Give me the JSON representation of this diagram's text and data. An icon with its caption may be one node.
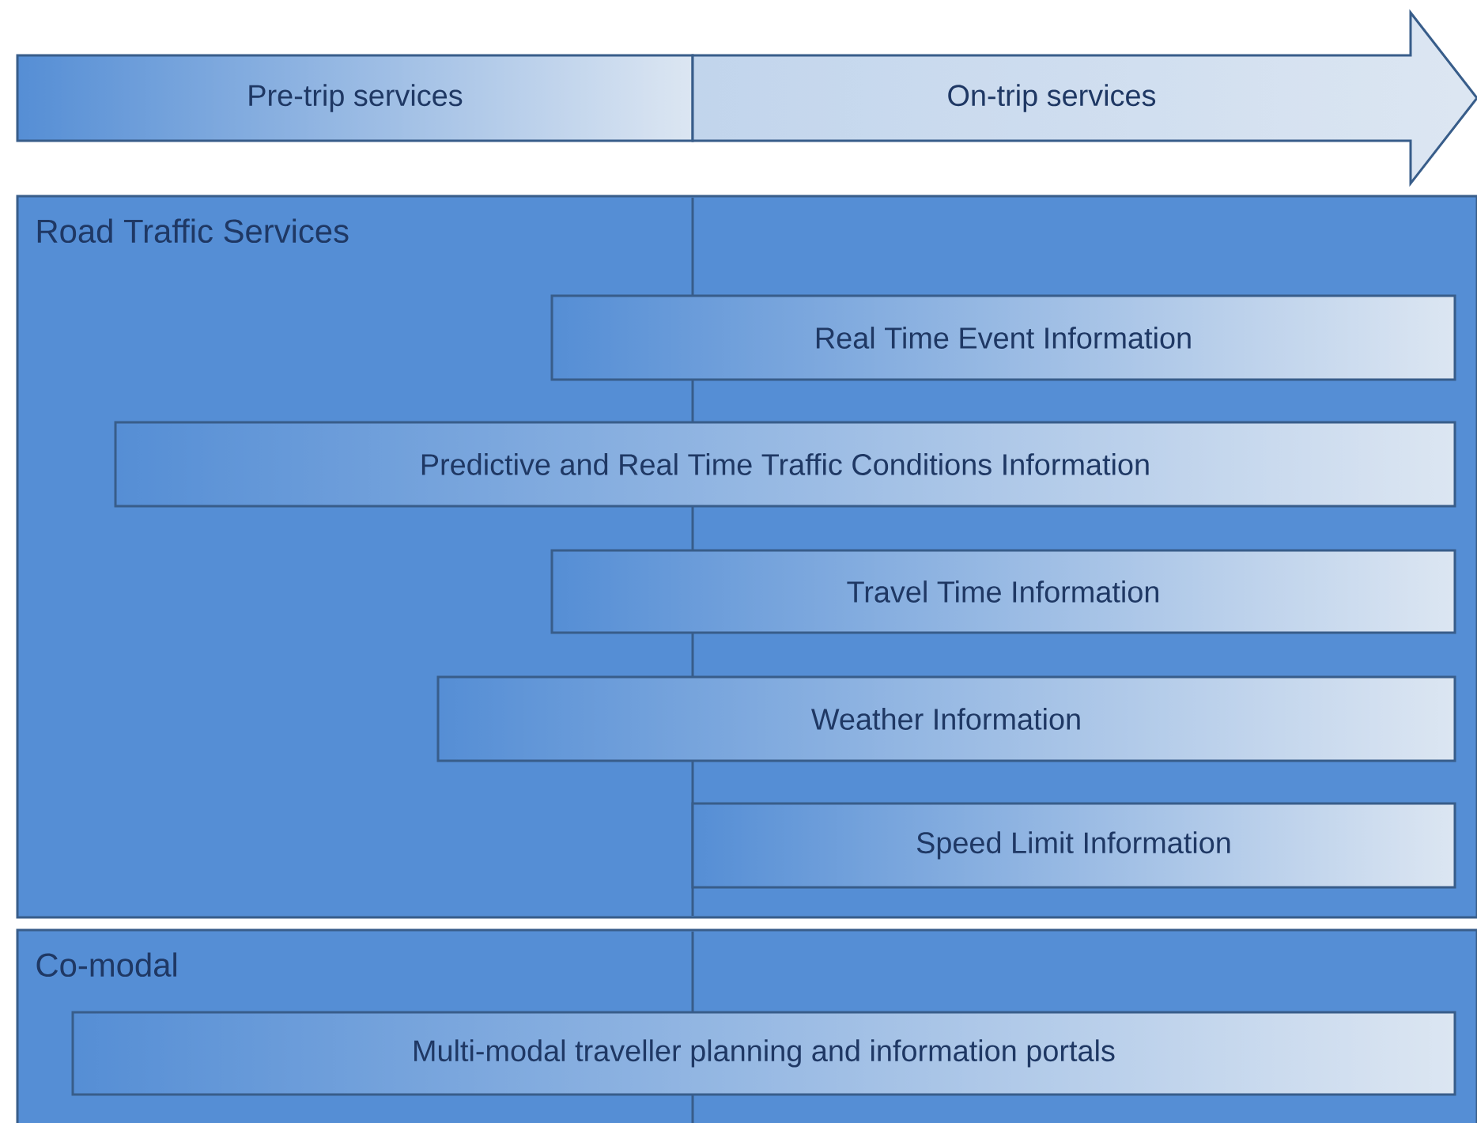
{
  "diagram": {
    "nodes": [
      {
        "text": [
          "Pre-trip services"
        ]
      },
      {
        "text": [
          "On-trip services"
        ]
      },
      {
        "text": [
          "Road Traffic Services"
        ]
      },
      {
        "text": [
          "Real Time Event Information"
        ],
        "in": 2
      },
      {
        "text": [
          "Predictive and Real Time Traffic Conditions Information"
        ],
        "in": 2
      },
      {
        "text": [
          "Travel Time Information"
        ],
        "in": 2
      },
      {
        "text": [
          "Weather Information"
        ],
        "in": 2
      },
      {
        "text": [
          "Speed Limit Information"
        ],
        "in": 2
      },
      {
        "text": [
          "Co-modal"
        ]
      },
      {
        "text": [
          "Multi-modal traveller planning and information portals"
        ],
        "in": 8
      }
    ]
  }
}
